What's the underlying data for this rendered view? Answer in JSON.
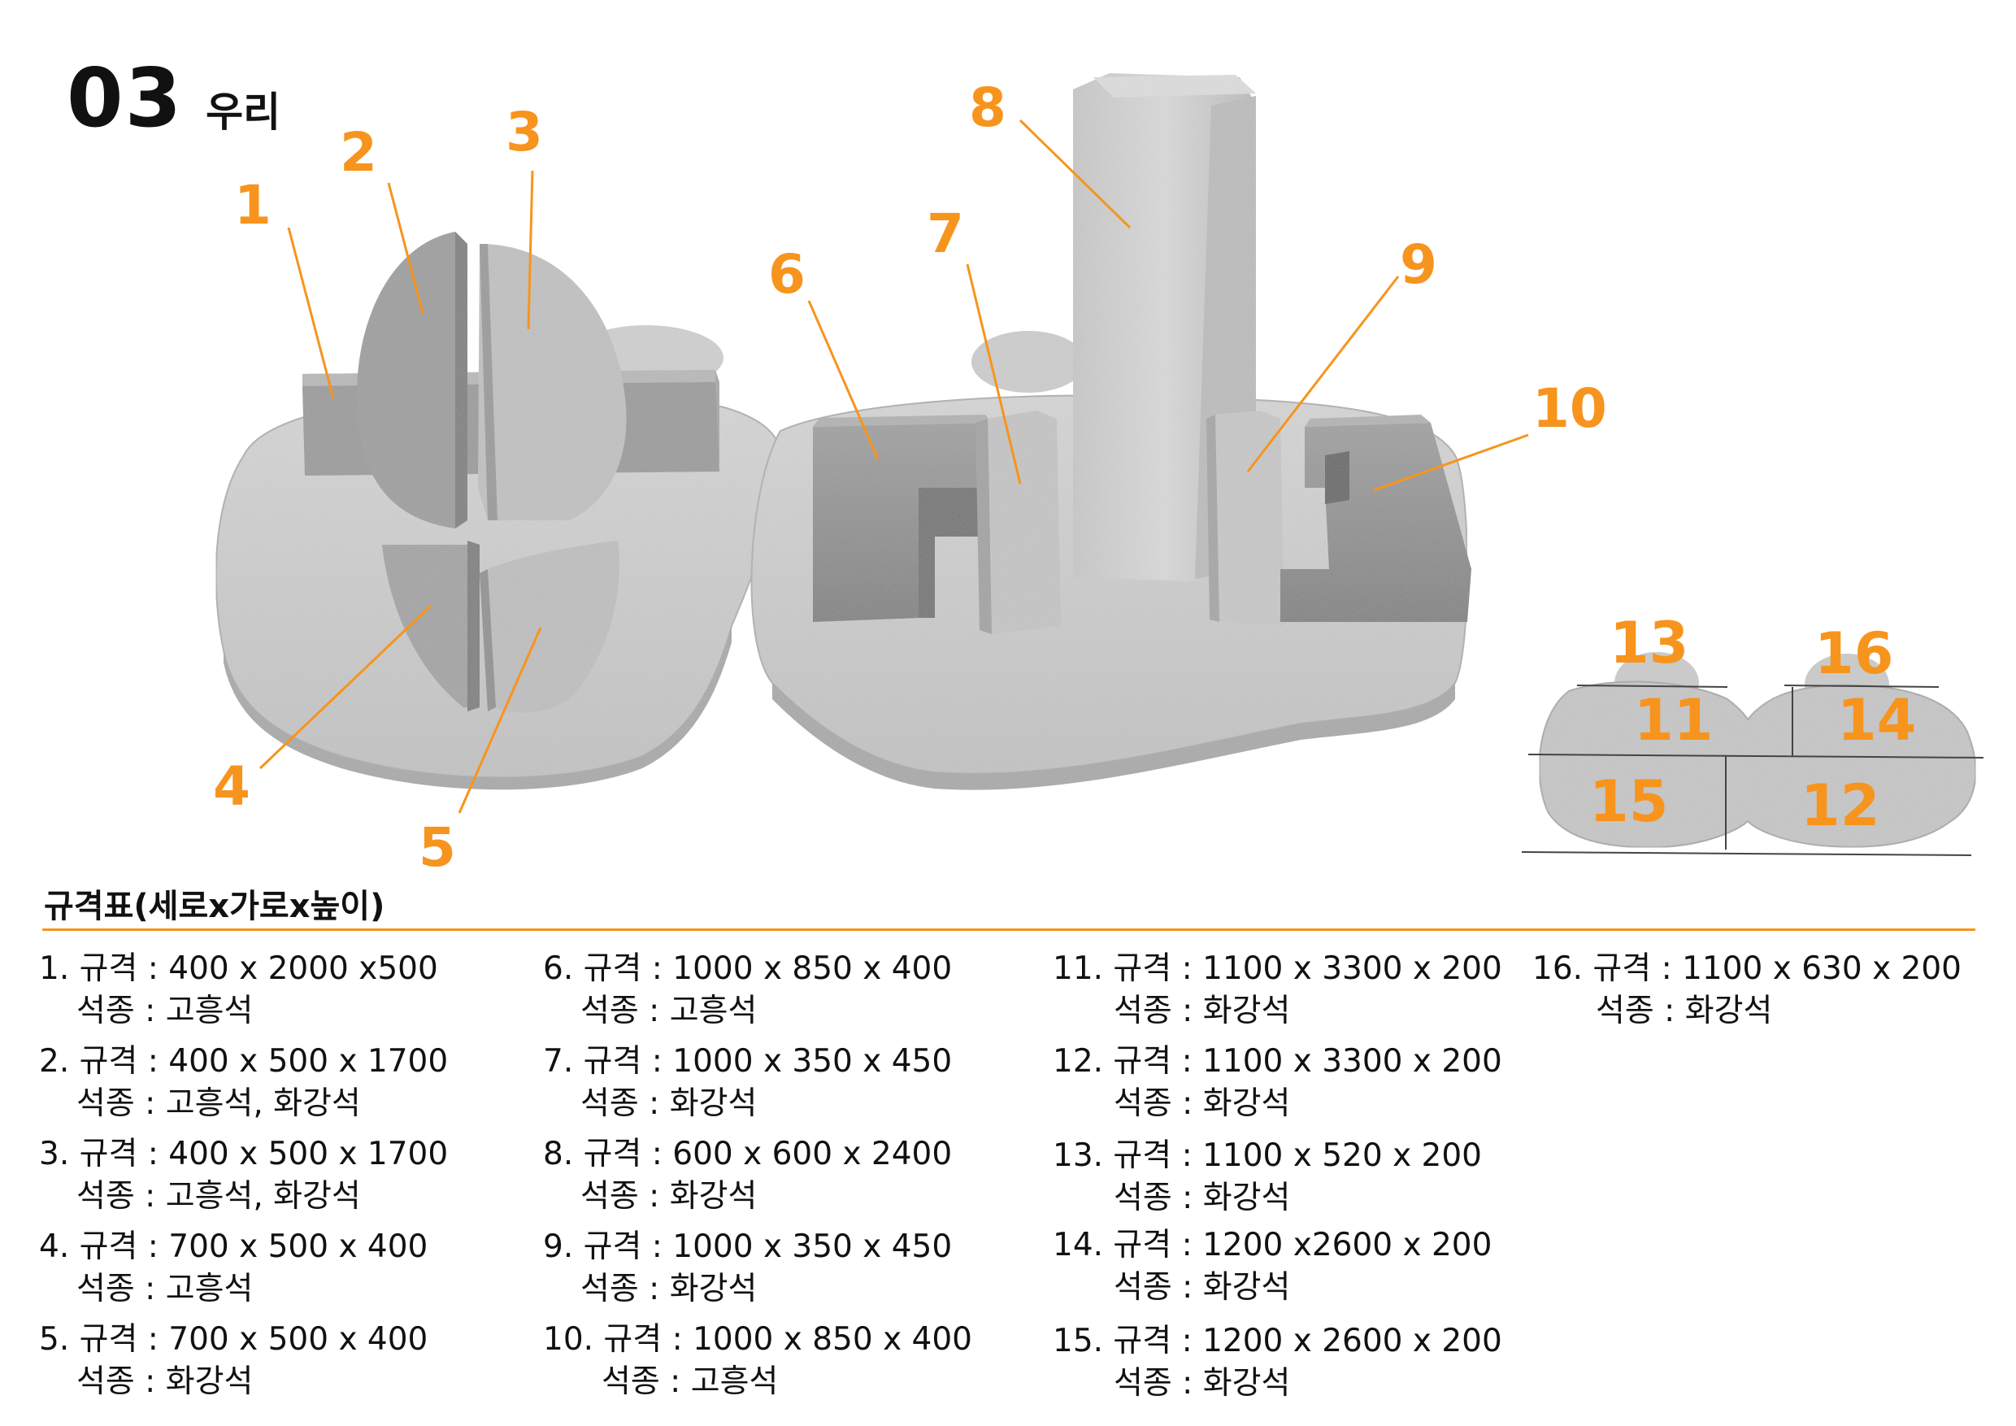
{
  "header": {
    "number": "03",
    "name": "우리"
  },
  "callouts": [
    "1",
    "2",
    "3",
    "4",
    "5",
    "6",
    "7",
    "8",
    "9",
    "10",
    "11",
    "12",
    "13",
    "14",
    "15",
    "16"
  ],
  "spec": {
    "heading": "규격표(세로x가로x높이)",
    "columns": [
      [
        {
          "spec": "1. 규격 : 400 x 2000 x500",
          "stone": "석종 : 고흥석"
        },
        {
          "spec": "2. 규격 : 400 x 500 x 1700",
          "stone": "석종 : 고흥석, 화강석"
        },
        {
          "spec": "3. 규격 : 400 x 500 x 1700",
          "stone": "석종 : 고흥석, 화강석"
        },
        {
          "spec": "4. 규격 : 700 x 500 x 400",
          "stone": "석종 : 고흥석"
        },
        {
          "spec": "5. 규격 : 700 x 500 x 400",
          "stone": "석종 : 화강석"
        }
      ],
      [
        {
          "spec": "6. 규격 : 1000 x 850 x 400",
          "stone": "석종 : 고흥석"
        },
        {
          "spec": "7. 규격 : 1000 x 350 x 450",
          "stone": "석종 : 화강석"
        },
        {
          "spec": "8. 규격 : 600 x 600 x 2400",
          "stone": "석종 : 화강석"
        },
        {
          "spec": "9. 규격 : 1000 x 350 x 450",
          "stone": "석종 : 화강석"
        },
        {
          "spec": "10. 규격 : 1000 x 850 x 400",
          "stone": "석종 : 고흥석"
        }
      ],
      [
        {
          "spec": "11. 규격 : 1100 x 3300 x 200",
          "stone": "석종 : 화강석"
        },
        {
          "spec": "12. 규격 : 1100 x 3300 x 200",
          "stone": "석종 : 화강석"
        },
        {
          "spec": "13. 규격 : 1100 x 520 x 200",
          "stone": "석종 : 화강석"
        },
        {
          "spec": "14. 규격 : 1200 x2600 x 200",
          "stone": "석종 : 화강석"
        },
        {
          "spec": "15. 규격 : 1200 x 2600 x 200",
          "stone": "석종 : 화강석"
        }
      ],
      [
        {
          "spec": "16. 규격 : 1100 x 630 x 200",
          "stone": "석종 : 화강석"
        }
      ]
    ]
  },
  "colors": {
    "accent": "#f7941d",
    "stone_light": "#cfcfcf",
    "stone_dark": "#8e8e8e"
  }
}
